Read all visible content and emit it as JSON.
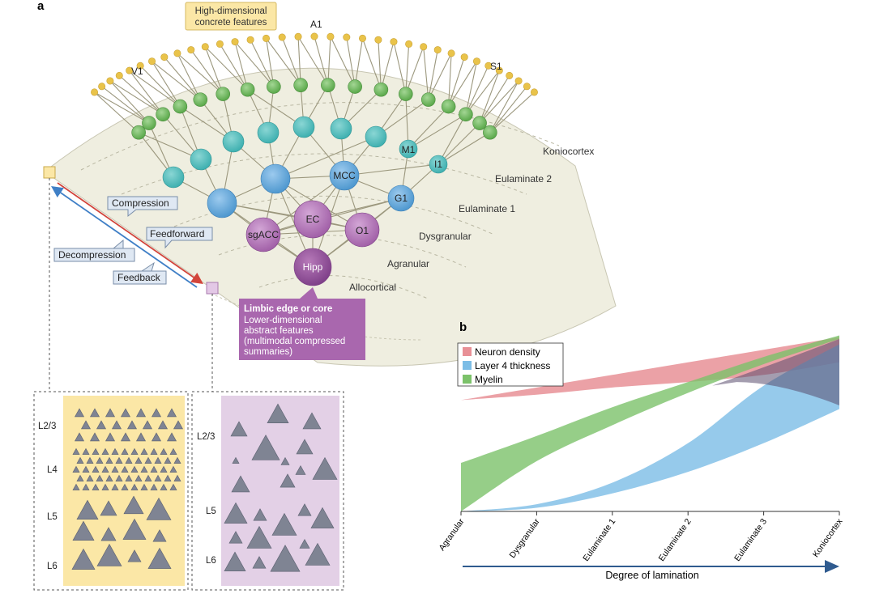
{
  "panel_a": {
    "panel_label": "a",
    "top_box": "High-dimensional\nconcrete features",
    "area_labels": {
      "v1": "V1",
      "a1": "A1",
      "s1": "S1"
    },
    "zone_labels": {
      "koniocortex": "Koniocortex",
      "eulaminate2": "Eulaminate 2",
      "eulaminate1": "Eulaminate 1",
      "dysgranular": "Dysgranular",
      "agranular": "Agranular",
      "allocortical": "Allocortical"
    },
    "nodes": {
      "mcc": "MCC",
      "m1": "M1",
      "i1": "I1",
      "g1": "G1",
      "ec": "EC",
      "sgacc": "sgACC",
      "o1": "O1",
      "hipp": "Hipp"
    },
    "flow_labels": {
      "compression": "Compression",
      "feedforward": "Feedforward",
      "decompression": "Decompression",
      "feedback": "Feedback"
    },
    "limbic_box": {
      "title": "Limbic edge or core",
      "body": "Lower-dimensional\nabstract features\n(multimodal compressed\nsummaries)"
    },
    "layer_labels": [
      "L2/3",
      "L4",
      "L5",
      "L6"
    ],
    "colors": {
      "sensory_box": "#fbe7a6",
      "limbic_box": "#e3d0e6",
      "purple_node": "#b57ab8",
      "blue_node": "#6aaedc",
      "teal_node": "#5cc3c3",
      "green_node": "#7cc26a",
      "yellow_node": "#e9c34a",
      "fan_fill": "#efeee0"
    }
  },
  "panel_b": {
    "panel_label": "b",
    "legend": [
      {
        "label": "Neuron density",
        "color": "#e89096"
      },
      {
        "label": "Layer 4 thickness",
        "color": "#7cbde6"
      },
      {
        "label": "Myelin",
        "color": "#7cc26a"
      }
    ],
    "xlabel": "Degree of lamination",
    "categories": [
      "Agranular",
      "Dysgranular",
      "Eulaminate 1",
      "Eulaminate 2",
      "Eulaminate 3",
      "Koniocortex"
    ]
  },
  "chart_data": {
    "type": "area",
    "categories": [
      "Agranular",
      "Dysgranular",
      "Eulaminate 1",
      "Eulaminate 2",
      "Eulaminate 3",
      "Koniocortex"
    ],
    "xlabel": "Degree of lamination",
    "ylabel": "",
    "y_axis_shown": false,
    "grid": false,
    "legend_position": "top-left",
    "series": [
      {
        "name": "Neuron density",
        "color": "#e89096",
        "lower": [
          0.62,
          0.65,
          0.69,
          0.72,
          0.76,
          0.83
        ],
        "upper": [
          0.62,
          0.69,
          0.76,
          0.83,
          0.9,
          0.97
        ]
      },
      {
        "name": "Layer 4 thickness",
        "color": "#7cbde6",
        "lower": [
          0.0,
          0.02,
          0.1,
          0.22,
          0.38,
          0.57
        ],
        "upper": [
          0.0,
          0.04,
          0.16,
          0.38,
          0.7,
          0.93
        ]
      },
      {
        "name": "Myelin",
        "color": "#7cc26a",
        "lower": [
          0.0,
          0.28,
          0.48,
          0.66,
          0.82,
          0.96
        ],
        "upper": [
          0.27,
          0.42,
          0.58,
          0.72,
          0.86,
          0.98
        ]
      }
    ]
  }
}
